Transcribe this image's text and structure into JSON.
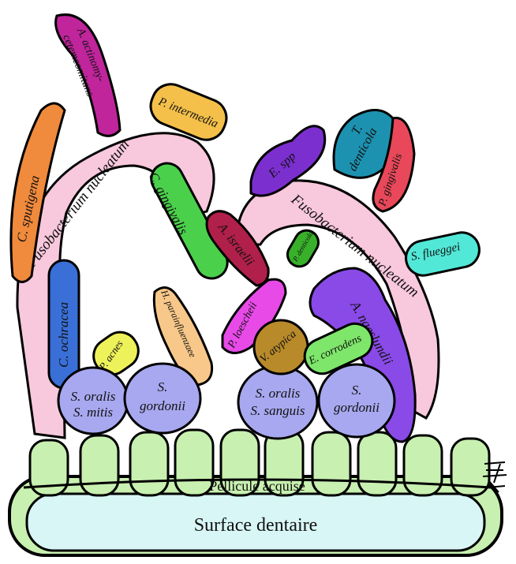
{
  "diagram": {
    "surface_label": "Surface dentaire",
    "pellicle_label": "Pellicule acquise",
    "signature": "𝔊",
    "organisms": {
      "c_sputigena": "C. sputigena",
      "a_actino_1": "A. actinomy-",
      "a_actino_2": "cetemcomitans",
      "p_intermedia": "P. intermedia",
      "fuso_left": "Fusobacterium nucleatum",
      "fuso_right": "Fusobacterium nucleatum",
      "c_gingivalis": "C. gingivalis",
      "e_spp": "E. spp",
      "t_denticola_1": "T.",
      "t_denticola_2": "denticola",
      "p_gingivalis": "P. gingivalis",
      "p_denticola": "P. denticola",
      "s_flueggei": "S. flueggei",
      "a_israelii": "A. israelii",
      "c_ochracea": "C. ochracea",
      "p_acnes": "P. acnes",
      "h_parainfluenzae": "H. parainfluenzaee",
      "p_loescheii": "P. loescheii",
      "v_atypica": "V. atypica",
      "e_corrodens": "E. corrodens",
      "a_naeslundii": "A. naeslundii",
      "s_oralis_mitis_1": "S. oralis",
      "s_oralis_mitis_2": "S. mitis",
      "s_gordonii_left_1": "S.",
      "s_gordonii_left_2": "gordonii",
      "s_oralis_sanguis_1": "S. oralis",
      "s_oralis_sanguis_2": "S. sanguis",
      "s_gordonii_right_1": "S.",
      "s_gordonii_right_2": "gordonii"
    },
    "colors": {
      "pink": "#f8c8dc",
      "orange": "#f08a3c",
      "magenta": "#c0259c",
      "yellow": "#f4c04a",
      "green": "#4bd04b",
      "purple": "#7c2fcf",
      "teal": "#1d92b0",
      "red": "#e8485a",
      "darkgreen": "#38b02a",
      "aqua": "#52e8d8",
      "crimson": "#b0204a",
      "blue": "#3a6fd8",
      "lime": "#eef25a",
      "peach": "#f8c88a",
      "pinkviolet": "#e84ae8",
      "ochre": "#b88a2a",
      "lightgreen": "#7ee66a",
      "violet": "#8a4ae8",
      "lavender": "#a8a8f0",
      "tooth": "#c8f0b0",
      "surface": "#d8f6f6"
    }
  }
}
